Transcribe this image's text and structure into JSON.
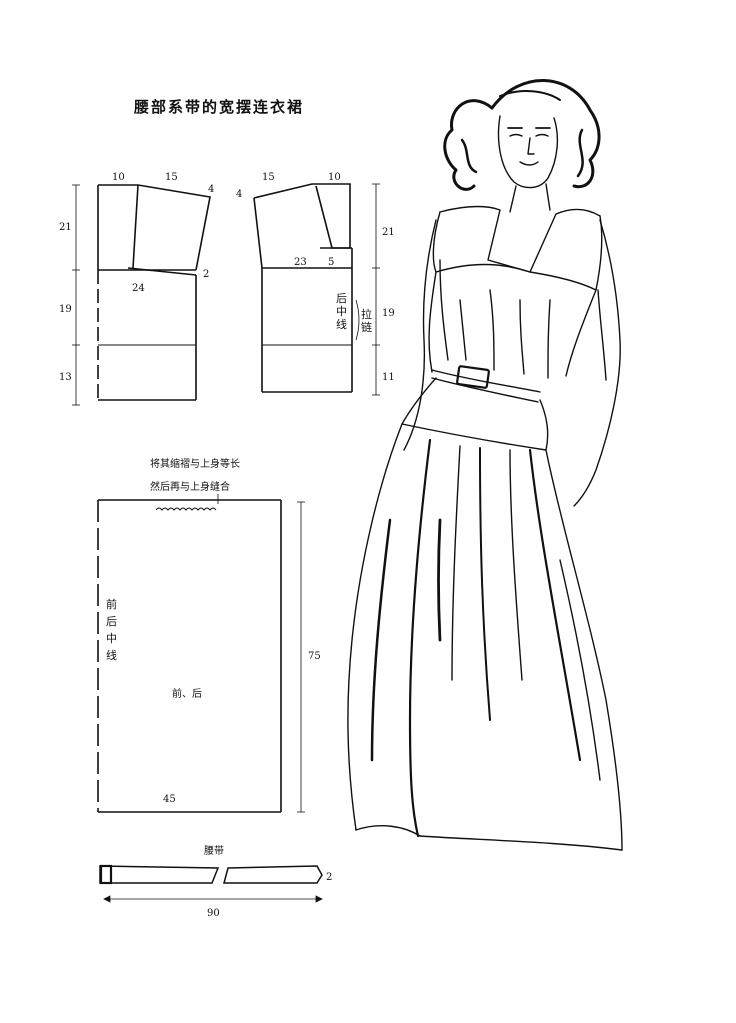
{
  "title": "腰部系带的宽摆连衣裙",
  "front_bodice": {
    "top_left": "10",
    "top_right": "15",
    "shoulder": "4",
    "side": "2",
    "width": "24",
    "left_21": "21",
    "left_19": "19",
    "left_13": "13"
  },
  "back_bodice": {
    "top_left": "15",
    "top_right": "10",
    "shoulder": "4",
    "waist_a": "23",
    "waist_b": "5",
    "center_label": "后中线",
    "zipper_label": "拉链",
    "right_21": "21",
    "right_19": "19",
    "right_11": "11"
  },
  "skirt": {
    "note_line1": "将其缩褶与上身等长",
    "note_line2": "然后再与上身缝合",
    "center_label": "前后中线",
    "piece_label": "前、后",
    "length": "75",
    "width": "45"
  },
  "belt": {
    "label": "腰带",
    "width": "2",
    "length": "90"
  }
}
